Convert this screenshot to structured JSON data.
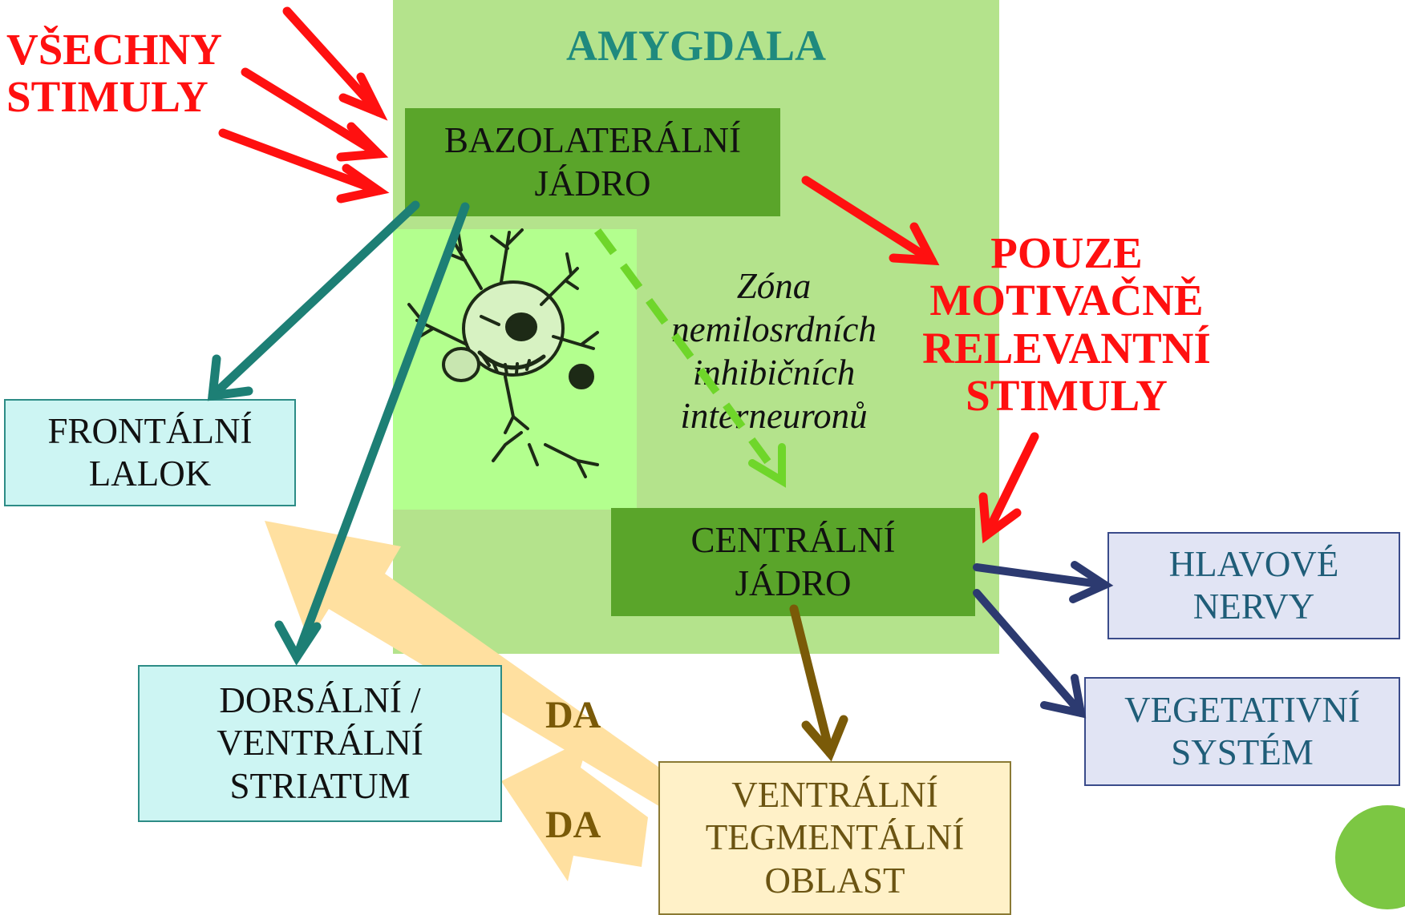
{
  "amygdala": {
    "title": "AMYGDALA"
  },
  "stimuli": {
    "all": [
      "VŠECHNY",
      "STIMULY"
    ],
    "relevant": [
      "POUZE",
      "MOTIVAČNĚ",
      "RELEVANTNÍ",
      "STIMULY"
    ]
  },
  "nuclei": {
    "basolateral": [
      "BAZOLATERÁLNÍ",
      "JÁDRO"
    ],
    "central": [
      "CENTRÁLNÍ",
      "JÁDRO"
    ]
  },
  "zone": [
    "Zóna",
    "nemilosrdních",
    "inhibičních",
    "interneuronů"
  ],
  "targets": {
    "frontal": [
      "FRONTÁLNÍ",
      "LALOK"
    ],
    "striatum": [
      "DORSÁLNÍ /",
      "VENTRÁLNÍ",
      "STRIATUM"
    ],
    "cranial": [
      "HLAVOVÉ",
      "NERVY"
    ],
    "vegetative": [
      "VEGETATIVNÍ",
      "SYSTÉM"
    ],
    "vta": [
      "VENTRÁLNÍ",
      "TEGMENTÁLNÍ",
      "OBLAST"
    ]
  },
  "dopamine": {
    "label_1": "DA",
    "label_2": "DA"
  },
  "colors": {
    "amygdala_bg": "#b4e38c",
    "nucleus_bg": "#5aa52a",
    "stimulus_red": "#ff1010",
    "teal_arrow": "#1d7f75",
    "navy_arrow": "#2c3a70",
    "brown_arrow": "#7a5a08",
    "dopamine_arrow": "#ffe0a0",
    "inhibitory_dashed": "#6fd62a"
  },
  "icons": {
    "neuron": "angry-neuron-cartoon-icon"
  }
}
